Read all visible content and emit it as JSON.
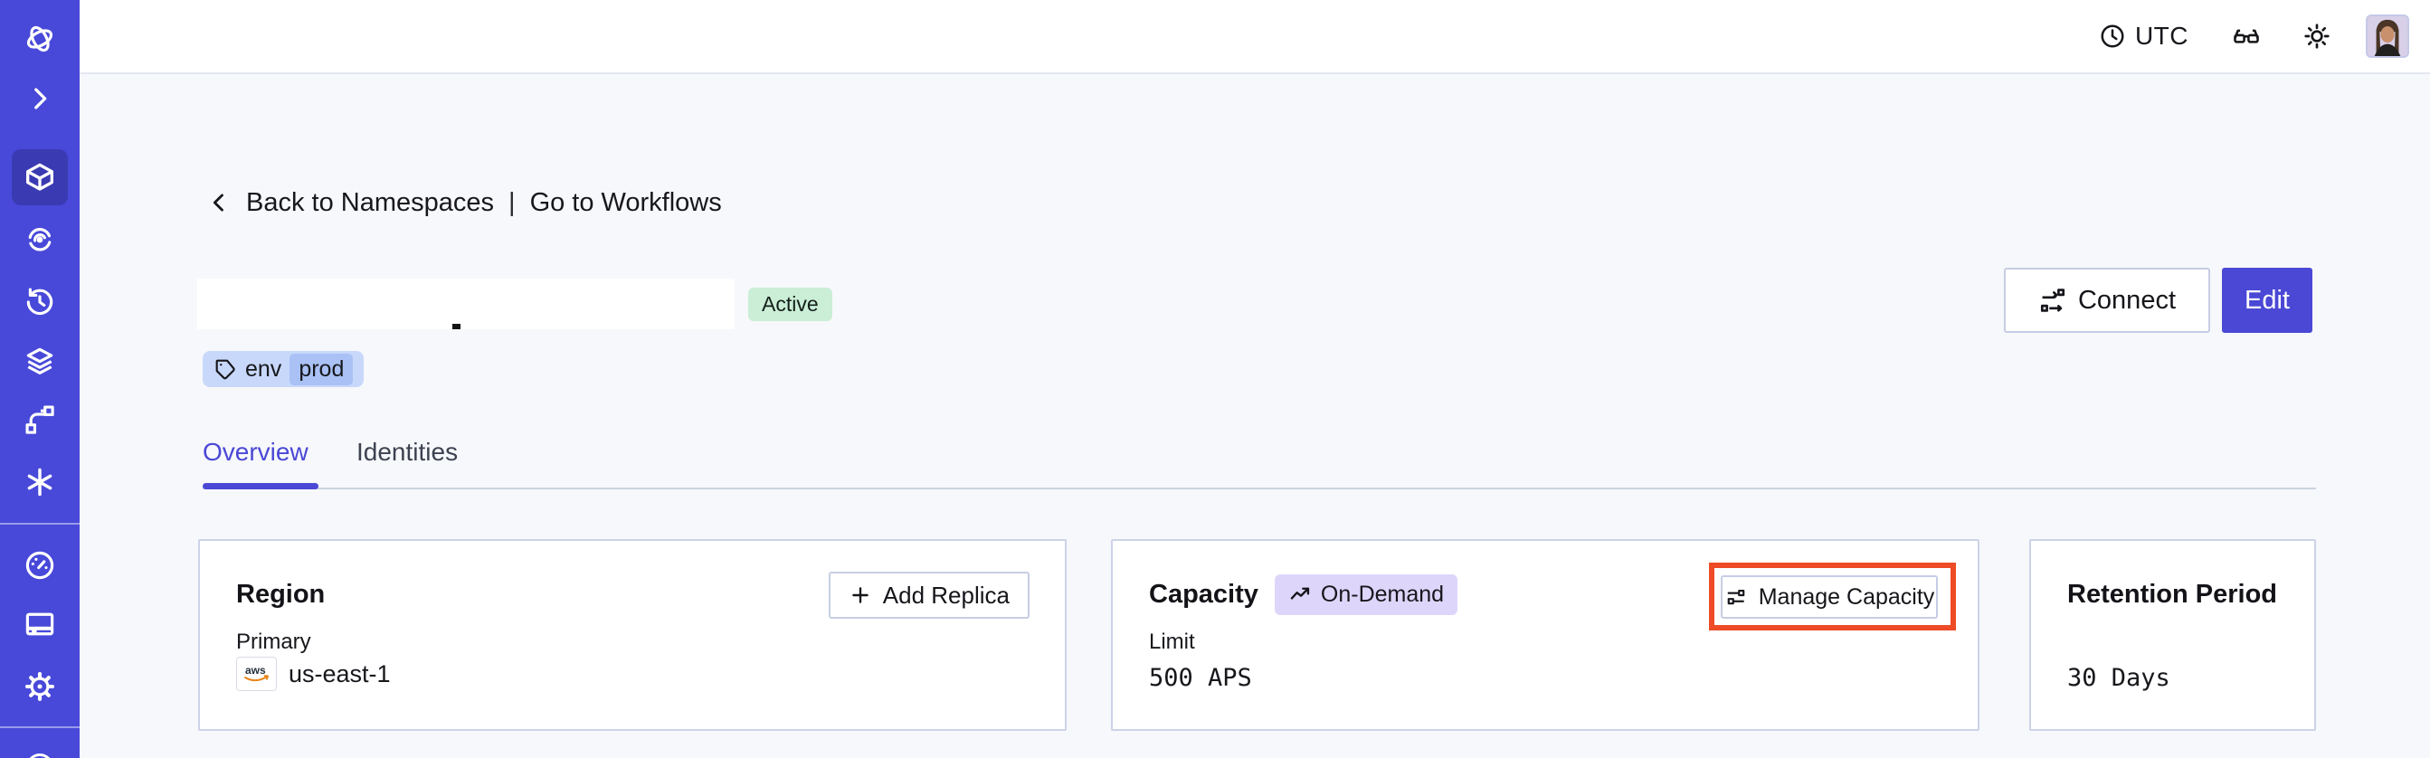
{
  "header": {
    "timezone": "UTC"
  },
  "breadcrumb": {
    "back": "Back to Namespaces",
    "separator": "|",
    "forward": "Go to Workflows"
  },
  "namespace": {
    "status": "Active",
    "tag": {
      "key": "env",
      "value": "prod"
    },
    "actions": {
      "connect": "Connect",
      "edit": "Edit"
    }
  },
  "tabs": [
    {
      "label": "Overview",
      "active": true
    },
    {
      "label": "Identities",
      "active": false
    }
  ],
  "cards": {
    "region": {
      "title": "Region",
      "action": "Add Replica",
      "label": "Primary",
      "provider": "aws",
      "value": "us-east-1"
    },
    "capacity": {
      "title": "Capacity",
      "badge": "On-Demand",
      "action": "Manage Capacity",
      "label": "Limit",
      "value": "500 APS"
    },
    "retention": {
      "title": "Retention Period",
      "value": "30 Days"
    }
  },
  "sidebar": {
    "icons": [
      "temporal-logo",
      "expand-chevron",
      "cube",
      "iris",
      "history-clock",
      "layers",
      "branch",
      "asterisk",
      "gauge",
      "credit-card",
      "gear",
      "partial-circle"
    ],
    "selected": "cube"
  },
  "colors": {
    "sidebar": "#4849d9",
    "sidebar_selected": "#3a3ab2",
    "accent": "#4a48d5",
    "annotation_red": "#ee4b26",
    "status_active_bg": "#cbeed6",
    "tag_bg": "#c8d8fb",
    "tag_value_bg": "#a9c1f4",
    "ondemand_bg": "#ded5fa",
    "aws_orange": "#e8861a"
  }
}
